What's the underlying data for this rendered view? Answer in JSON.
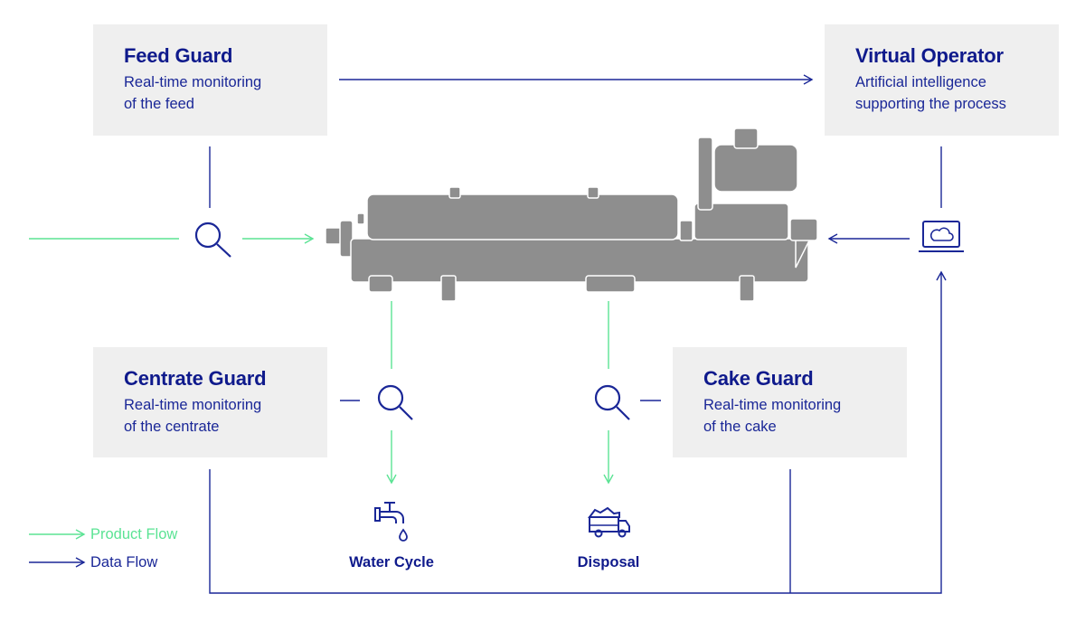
{
  "colors": {
    "data_flow": "#1a2797",
    "product_flow": "#5be394",
    "box_bg": "#efefef",
    "machine": "#8e8e8e",
    "title": "#0f1a8c"
  },
  "boxes": {
    "feed_guard": {
      "title": "Feed Guard",
      "desc": "Real-time monitoring\nof the feed"
    },
    "virtual_operator": {
      "title": "Virtual Operator",
      "desc": "Artificial intelligence\nsupporting the process"
    },
    "centrate_guard": {
      "title": "Centrate Guard",
      "desc": "Real-time monitoring\nof the centrate"
    },
    "cake_guard": {
      "title": "Cake Guard",
      "desc": "Real-time monitoring\nof the cake"
    }
  },
  "outputs": {
    "water_cycle": {
      "label": "Water Cycle",
      "icon": "water-tap-icon"
    },
    "disposal": {
      "label": "Disposal",
      "icon": "dump-truck-icon"
    }
  },
  "legend": {
    "product_flow": "Product Flow",
    "data_flow": "Data Flow"
  },
  "icons": {
    "sensor": "magnifier-icon",
    "operator": "laptop-cloud-icon",
    "machine": "decanter-centrifuge-icon"
  }
}
